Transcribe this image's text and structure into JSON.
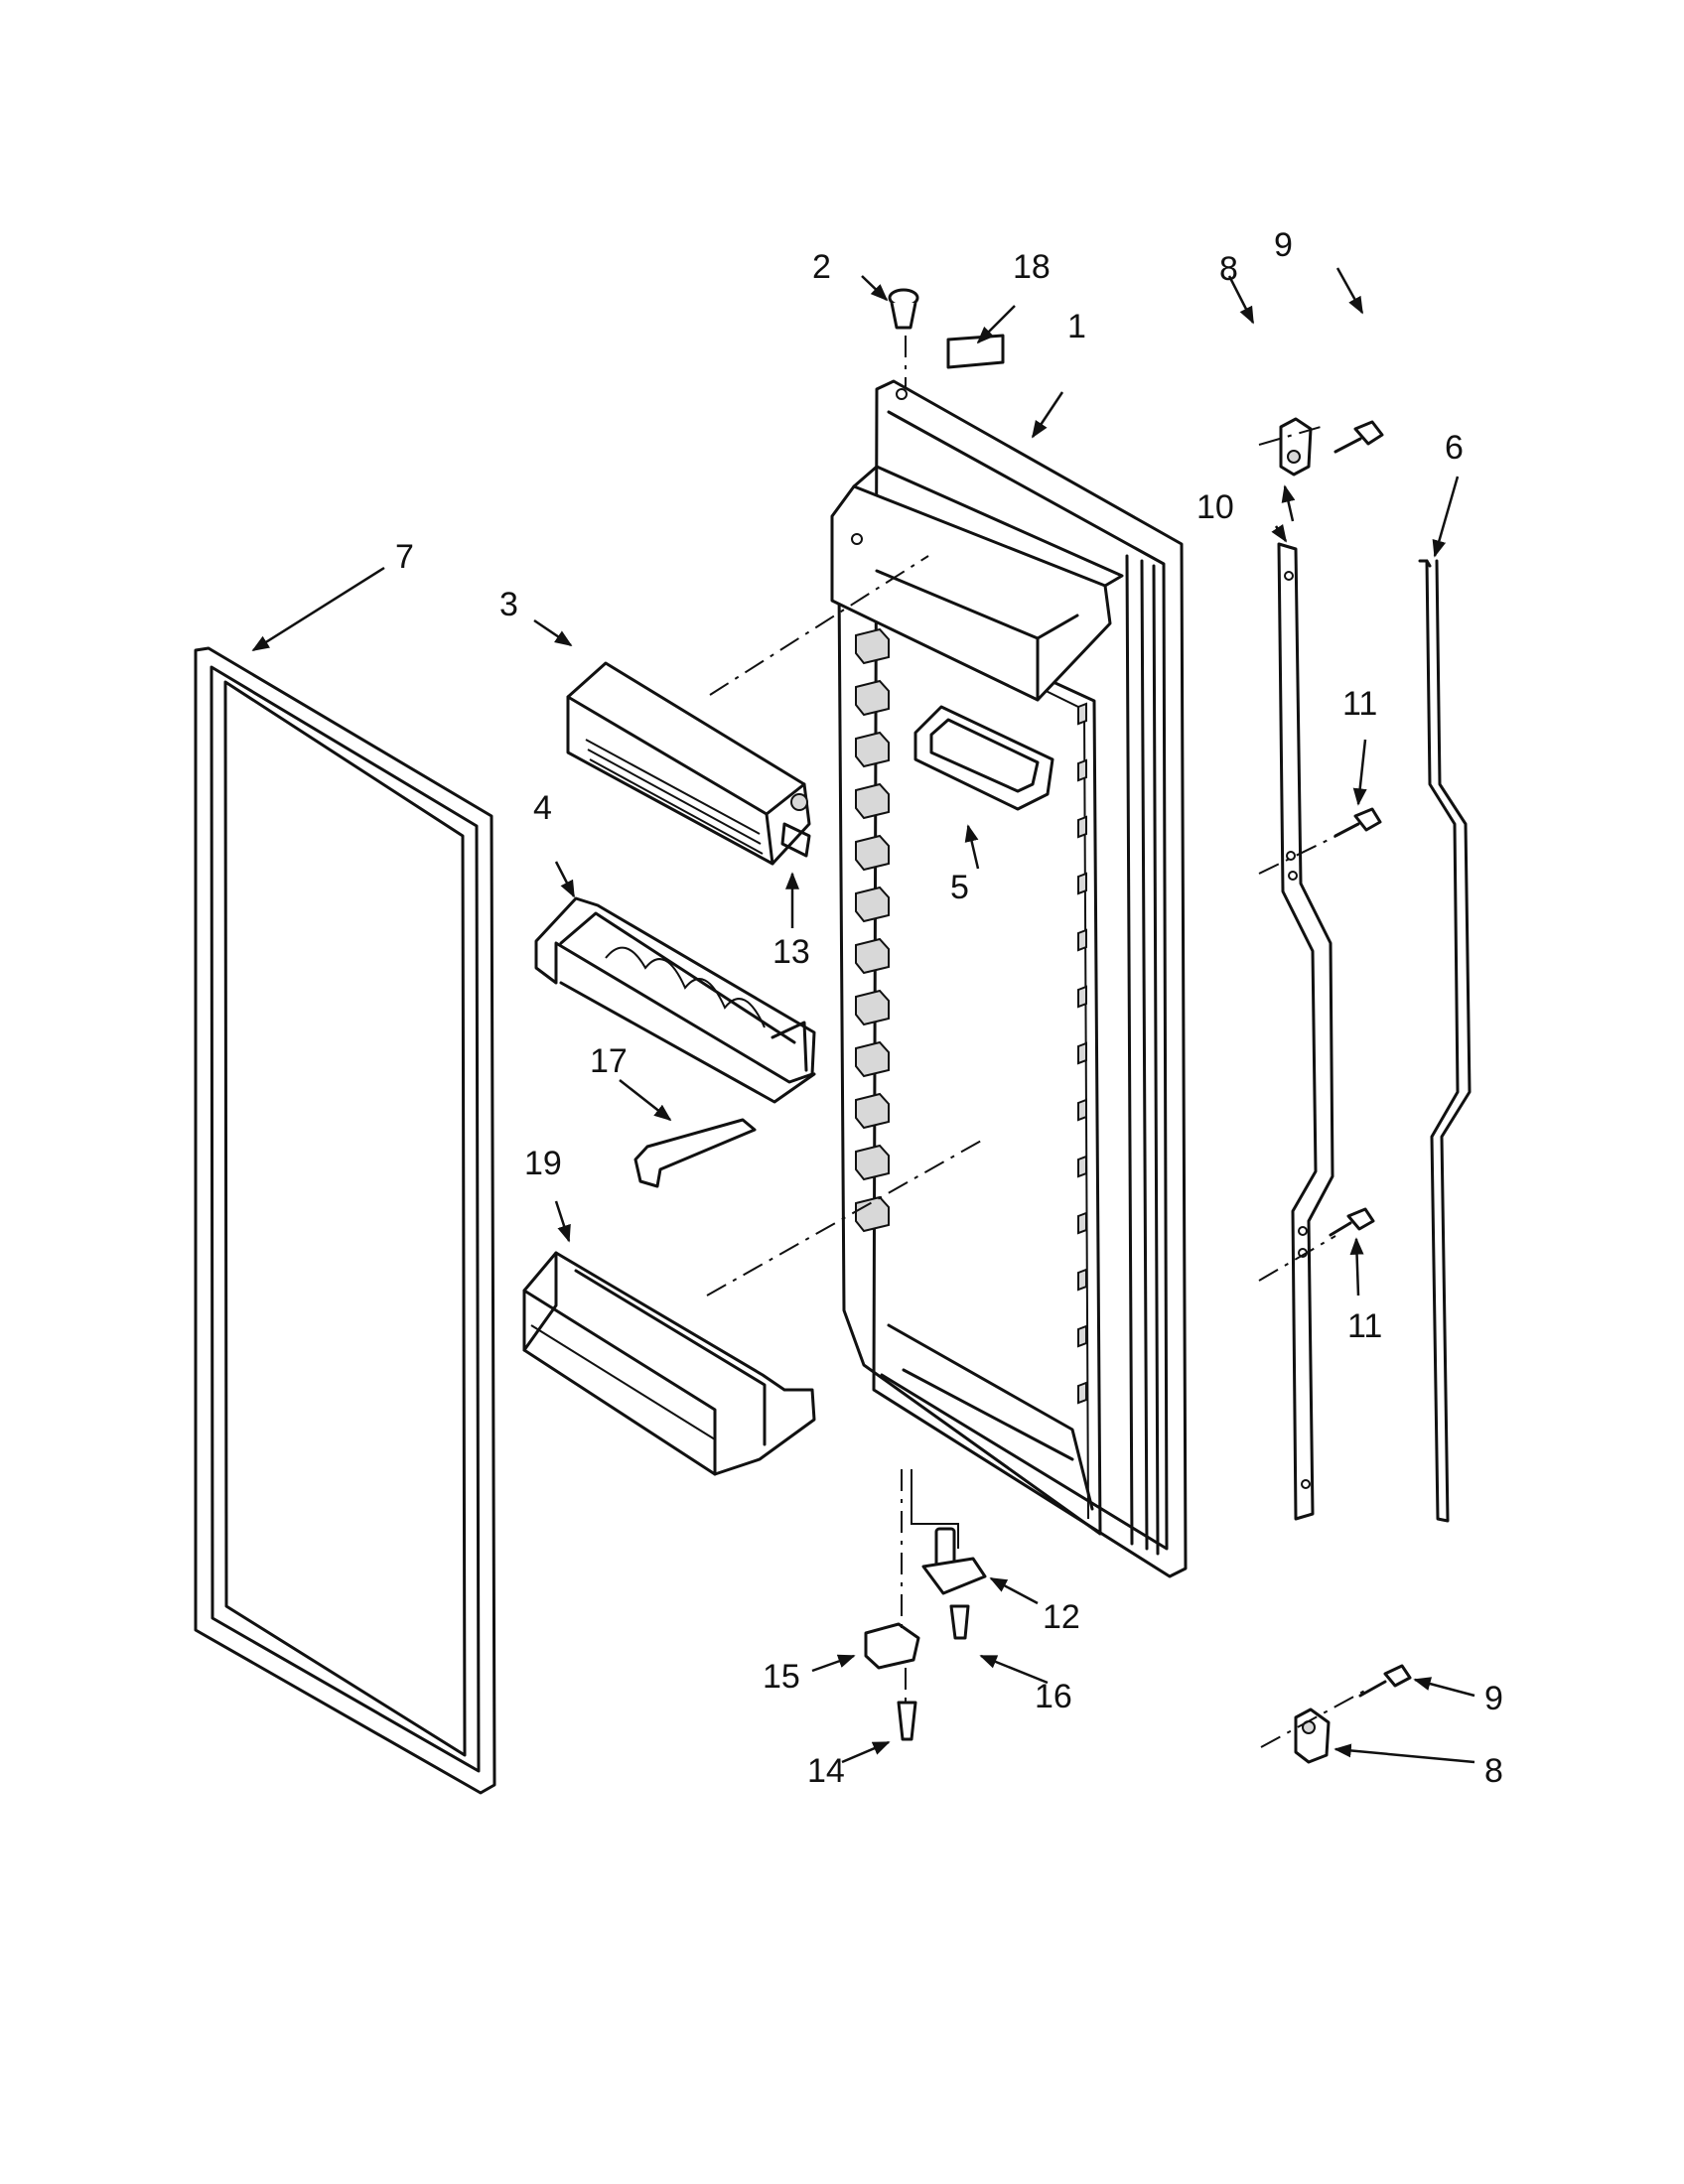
{
  "parts": [
    {
      "id": "p1",
      "number": "1"
    },
    {
      "id": "p2",
      "number": "2"
    },
    {
      "id": "p3",
      "number": "3"
    },
    {
      "id": "p4",
      "number": "4"
    },
    {
      "id": "p5",
      "number": "5"
    },
    {
      "id": "p6",
      "number": "6"
    },
    {
      "id": "p7",
      "number": "7"
    },
    {
      "id": "p8a",
      "number": "8"
    },
    {
      "id": "p8b",
      "number": "8"
    },
    {
      "id": "p9a",
      "number": "9"
    },
    {
      "id": "p9b",
      "number": "9"
    },
    {
      "id": "p10",
      "number": "10"
    },
    {
      "id": "p11a",
      "number": "11"
    },
    {
      "id": "p11b",
      "number": "11"
    },
    {
      "id": "p12",
      "number": "12"
    },
    {
      "id": "p13",
      "number": "13"
    },
    {
      "id": "p14",
      "number": "14"
    },
    {
      "id": "p15",
      "number": "15"
    },
    {
      "id": "p16",
      "number": "16"
    },
    {
      "id": "p17",
      "number": "17"
    },
    {
      "id": "p18",
      "number": "18"
    },
    {
      "id": "p19",
      "number": "19"
    }
  ]
}
